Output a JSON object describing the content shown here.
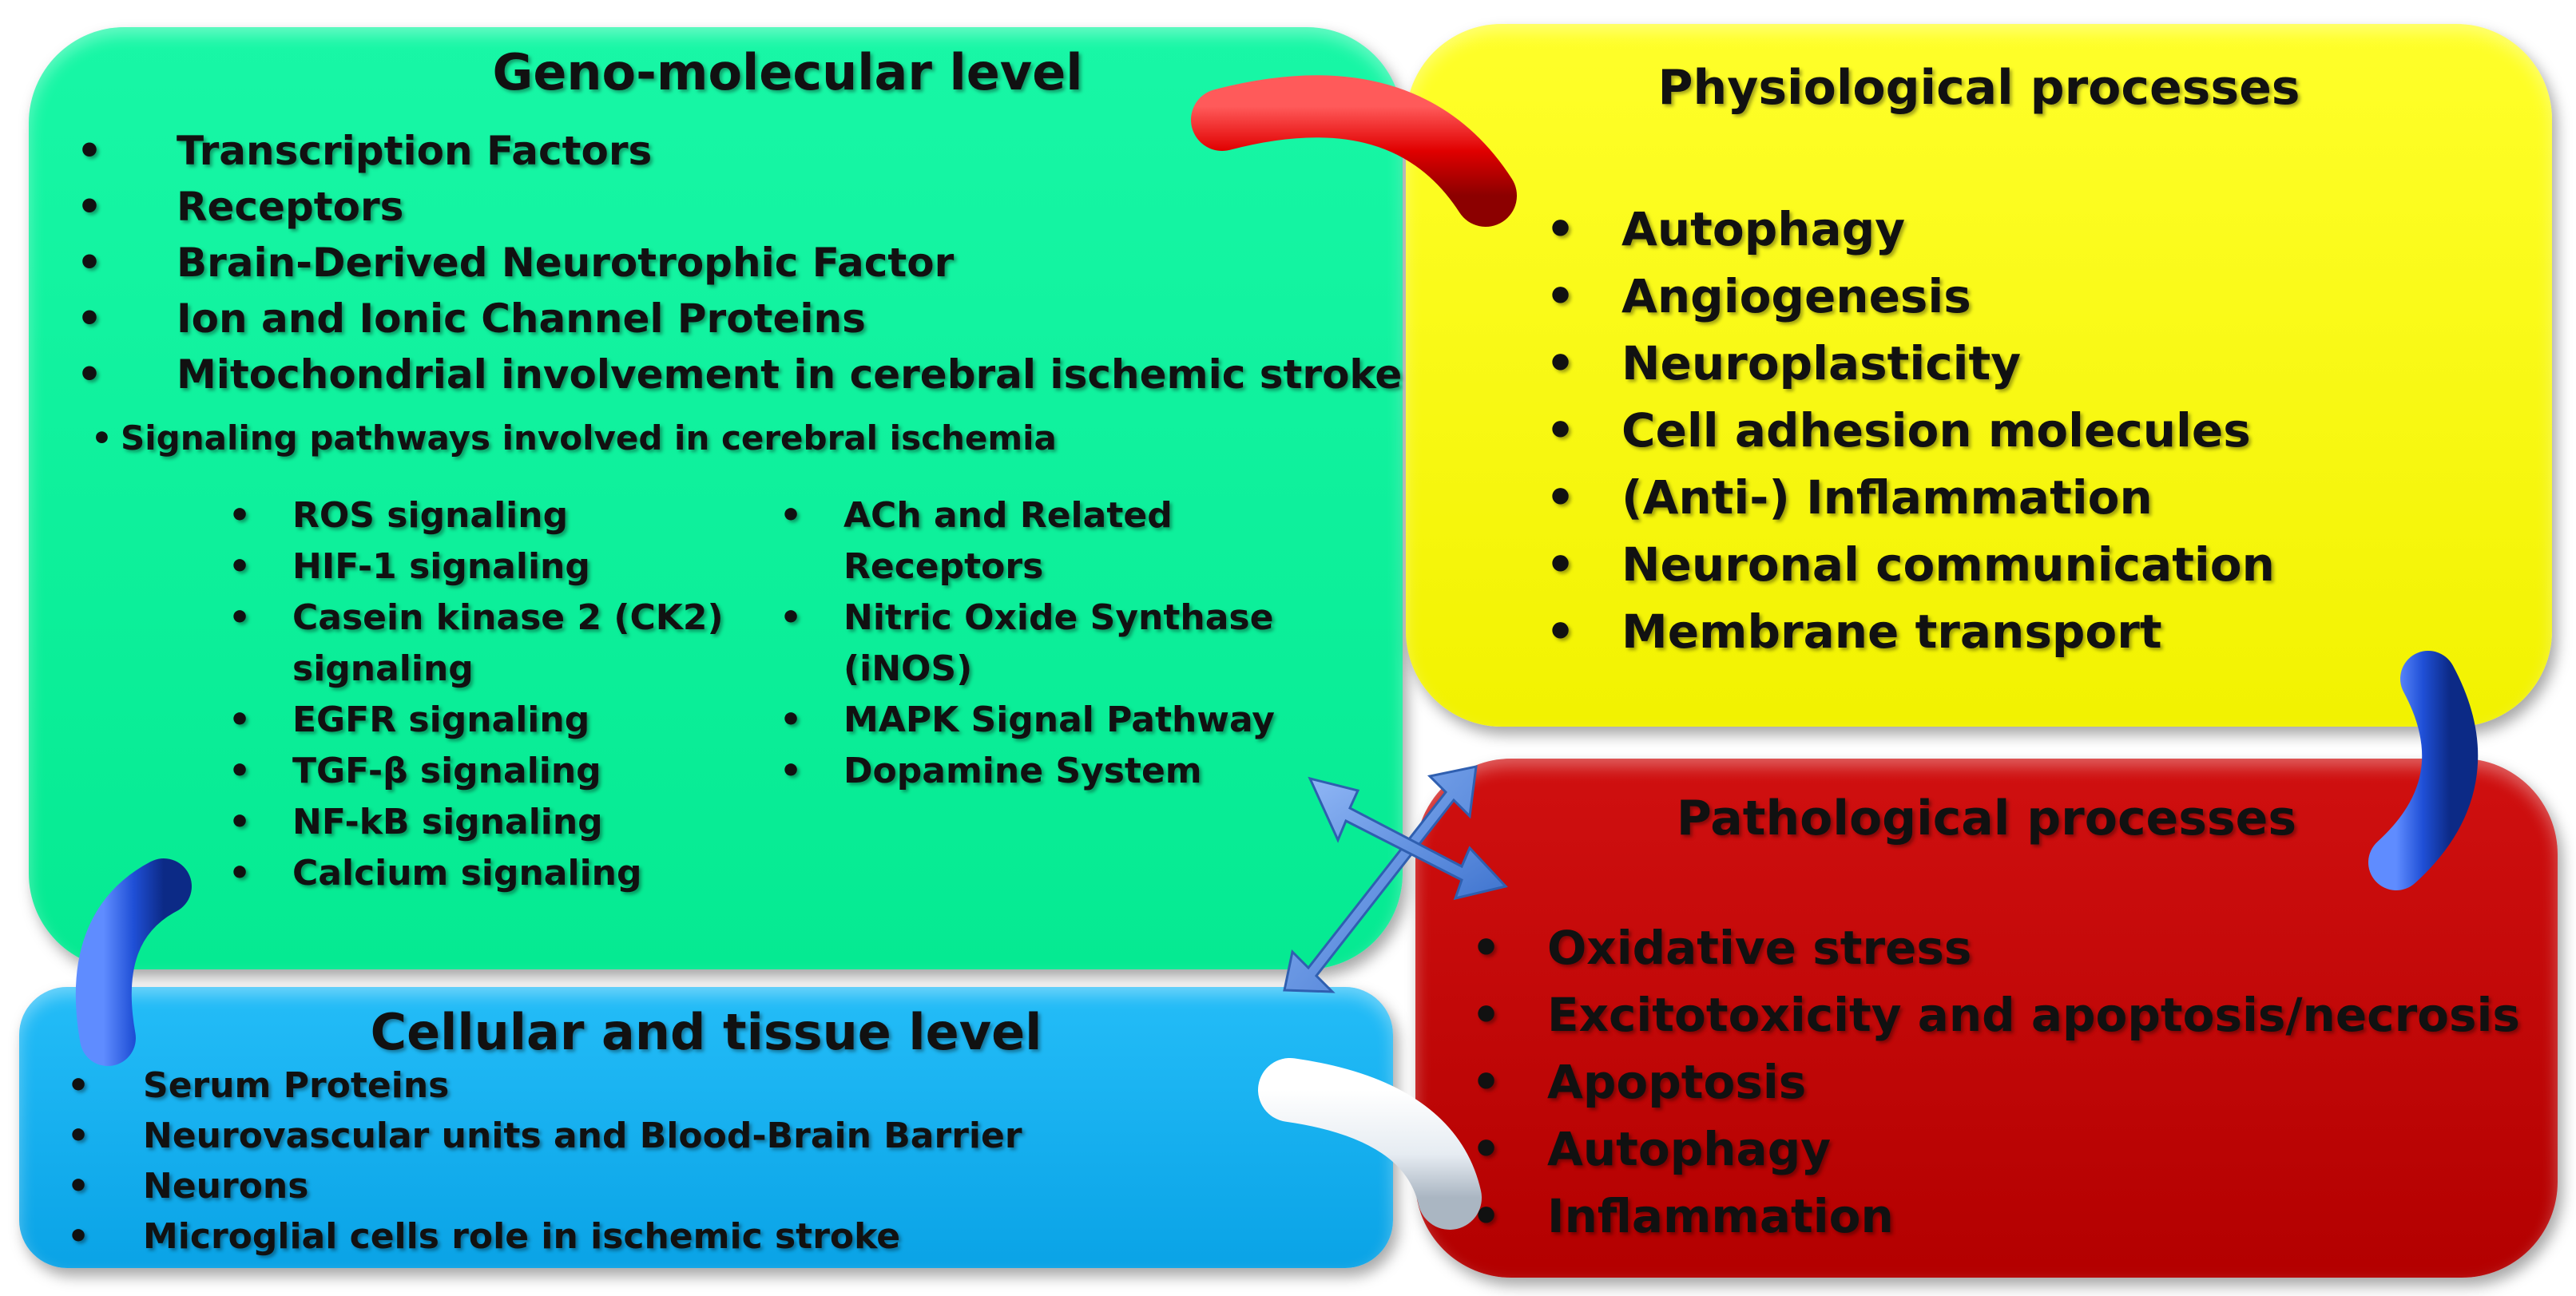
{
  "geno_molecular": {
    "title": "Geno-molecular level",
    "items": [
      "Transcription Factors",
      "Receptors",
      "Brain-Derived Neurotrophic Factor",
      "Ion and Ionic Channel Proteins",
      "Mitochondrial involvement in cerebral ischemic stroke"
    ],
    "signaling_heading": "Signaling pathways involved in cerebral ischemia",
    "signaling_left": [
      "ROS signaling",
      "HIF-1 signaling",
      "Casein kinase 2 (CK2)",
      "signaling",
      "EGFR signaling",
      "TGF-β signaling",
      "NF-kB signaling",
      "Calcium signaling"
    ],
    "signaling_right": [
      "ACh and Related",
      "Receptors",
      "Nitric Oxide Synthase",
      "(iNOS)",
      "MAPK Signal Pathway",
      "Dopamine System"
    ]
  },
  "physiological": {
    "title": "Physiological processes",
    "items": [
      "Autophagy",
      "Angiogenesis",
      "Neuroplasticity",
      "Cell adhesion molecules",
      "(Anti-) Inflammation",
      "Neuronal communication",
      "Membrane transport"
    ]
  },
  "pathological": {
    "title": "Pathological processes",
    "items": [
      "Oxidative stress",
      "Excitotoxicity and apoptosis/necrosis",
      "Apoptosis",
      "Autophagy",
      "Inflammation"
    ]
  },
  "cellular": {
    "title": "Cellular and tissue level",
    "items": [
      "Serum Proteins",
      "Neurovascular units and Blood-Brain Barrier",
      "Neurons",
      "Microglial cells role in ischemic stroke"
    ]
  },
  "colors": {
    "geno": "#05ea92",
    "physiological": "#f2f200",
    "pathological": "#b30000",
    "cellular": "#0aa3e6",
    "connector_red": "#e00000",
    "connector_blue": "#1f4fd6",
    "connector_white": "#e8eef4",
    "arrow": "#5b8ee0"
  }
}
